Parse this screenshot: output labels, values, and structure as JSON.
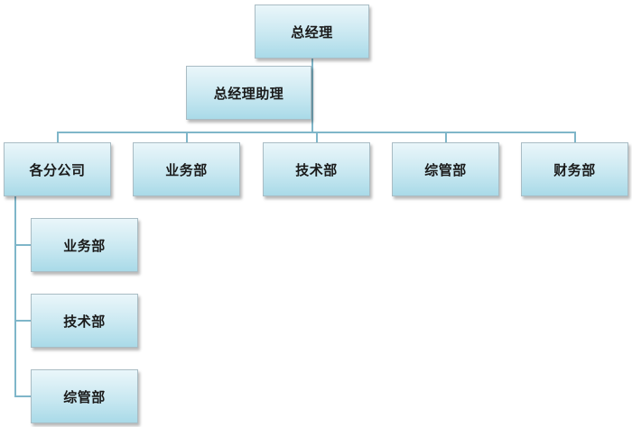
{
  "org": {
    "ceo": "总经理",
    "assistant": "总经理助理",
    "departments": [
      "各分公司",
      "业务部",
      "技术部",
      "综管部",
      "财务部"
    ],
    "branch_subunits": [
      "业务部",
      "技术部",
      "综管部"
    ]
  },
  "colors": {
    "connector": "#7fb6c9",
    "node_fill_top": "#eaf6fa",
    "node_fill_bottom": "#a9dae8",
    "node_border": "#a9bcc4"
  }
}
